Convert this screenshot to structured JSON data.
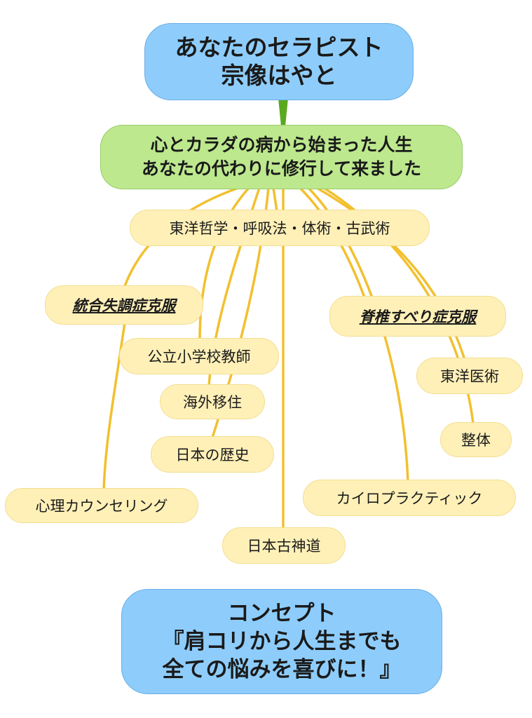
{
  "title": "あなたのセラピスト\n宗像はやと",
  "subtitle": "心とカラダの病から始まった人生\nあなたの代わりに修行して来ました",
  "branches": {
    "oriental_philosophy": "東洋哲学・呼吸法・体術・古武術",
    "schizophrenia": "統合失調症克服",
    "teacher": "公立小学校教師",
    "overseas": "海外移住",
    "history": "日本の歴史",
    "counseling": "心理カウンセリング",
    "shinto": "日本古神道",
    "spondylolisthesis": "脊椎すべり症克服",
    "oriental_medicine": "東洋医術",
    "seitai": "整体",
    "chiropractic": "カイロプラクティック"
  },
  "concept": "コンセプト\n『肩コリから人生までも\n全ての悩みを喜びに！』",
  "colors": {
    "title_fill": "#8ecdfb",
    "subtitle_fill": "#bde88e",
    "branch_fill": "#fff0b8",
    "trunk": "#5aa91e",
    "branch_line": "#f2c02e"
  }
}
